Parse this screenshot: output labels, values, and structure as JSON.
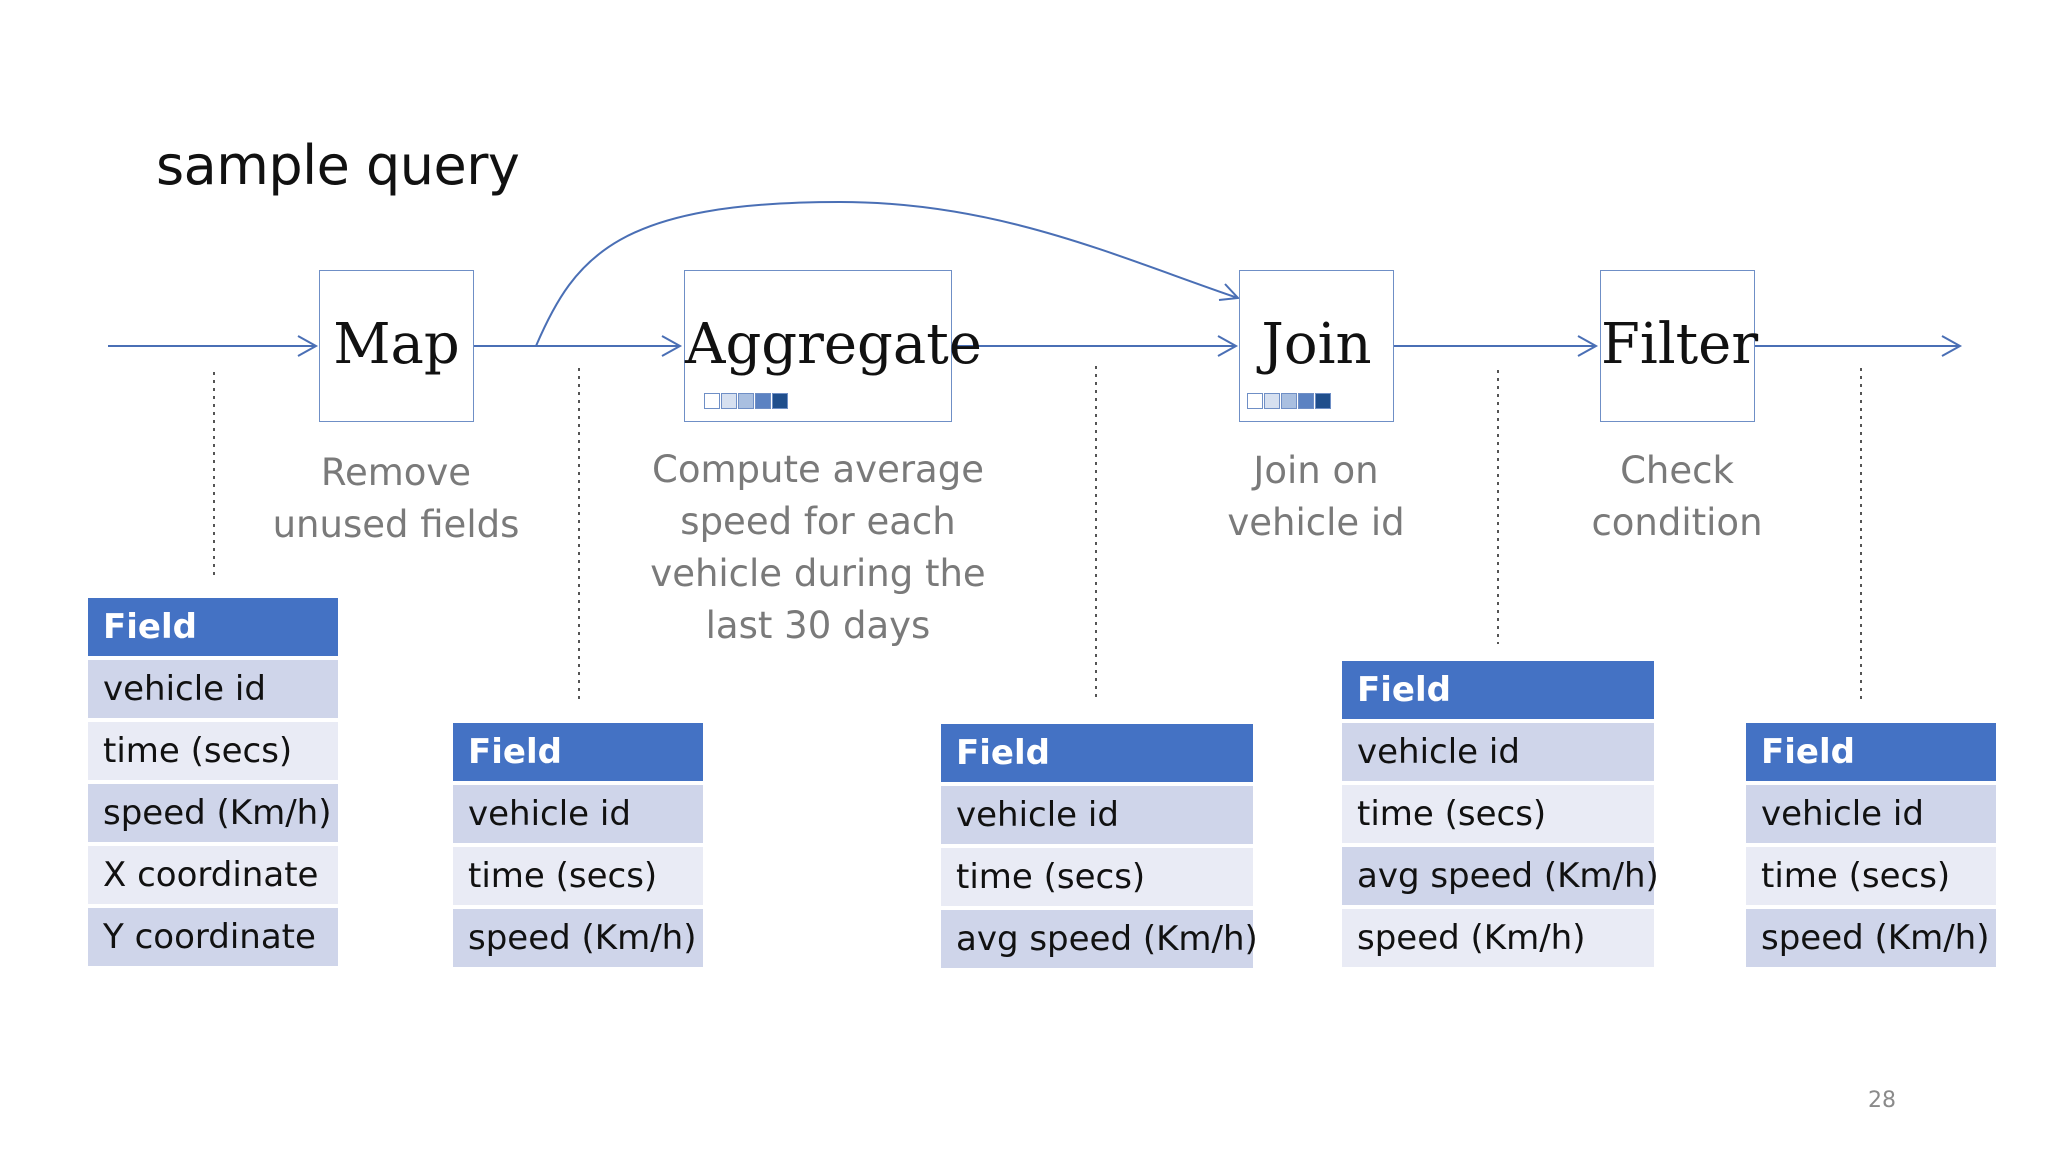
{
  "slide": {
    "title": "sample query",
    "page_number": "28"
  },
  "colors": {
    "accent": "#4472c4",
    "wire": "#4a6fb5",
    "box_border": "#6f8fc6",
    "row_odd": "#cfd5ea",
    "row_even": "#e9ebf5",
    "state_fill": [
      "#ffffff",
      "#d6e0f0",
      "#a9bfe0",
      "#5b82c2",
      "#1f4e8c"
    ]
  },
  "operators": [
    {
      "name": "Map",
      "stateful": false,
      "description": [
        "Remove",
        "unused fields"
      ]
    },
    {
      "name": "Aggregate",
      "stateful": true,
      "description": [
        "Compute average",
        "speed for each",
        "vehicle during the",
        "last 30 days"
      ]
    },
    {
      "name": "Join",
      "stateful": true,
      "description": [
        "Join on",
        "vehicle id"
      ]
    },
    {
      "name": "Filter",
      "stateful": false,
      "description": [
        "Check",
        "condition"
      ]
    }
  ],
  "schemas": [
    {
      "header": "Field",
      "fields": [
        "vehicle id",
        "time (secs)",
        "speed (Km/h)",
        "X coordinate",
        "Y coordinate"
      ]
    },
    {
      "header": "Field",
      "fields": [
        "vehicle id",
        "time (secs)",
        "speed (Km/h)"
      ]
    },
    {
      "header": "Field",
      "fields": [
        "vehicle id",
        "time (secs)",
        "avg speed (Km/h)"
      ]
    },
    {
      "header": "Field",
      "fields": [
        "vehicle id",
        "time (secs)",
        "avg speed (Km/h)",
        "speed (Km/h)"
      ]
    },
    {
      "header": "Field",
      "fields": [
        "vehicle id",
        "time (secs)",
        "speed (Km/h)"
      ]
    }
  ]
}
